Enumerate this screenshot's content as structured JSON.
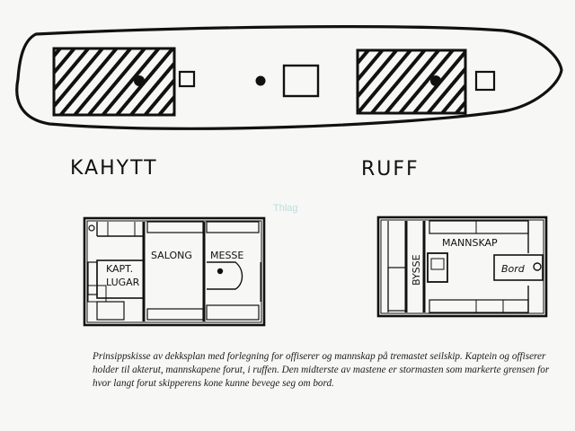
{
  "labels": {
    "kahytt": "KAHYTT",
    "ruff": "RUFF"
  },
  "rooms": {
    "kaptein_lugar_line1": "KAPT.",
    "kaptein_lugar_line2": "LUGAR",
    "salong": "SALONG",
    "messe": "MESSE",
    "bysse": "BYSSE",
    "mannskap": "MANNSKAP",
    "bord": "Bord"
  },
  "watermark": "Thlag",
  "caption": "Prinsippskisse av dekksplan med forlegning for offiserer og mannskap på tremastet seilskip. Kaptein og offiserer holder til akterut, mannskapene forut, i ruffen. Den midterste av mastene er stormasten som markerte grensen for hvor langt forut skipperens kone kunne bevege seg om bord.",
  "colors": {
    "ink": "#111111",
    "paper": "#f7f7f5",
    "watermark": "#9fd6d6"
  }
}
